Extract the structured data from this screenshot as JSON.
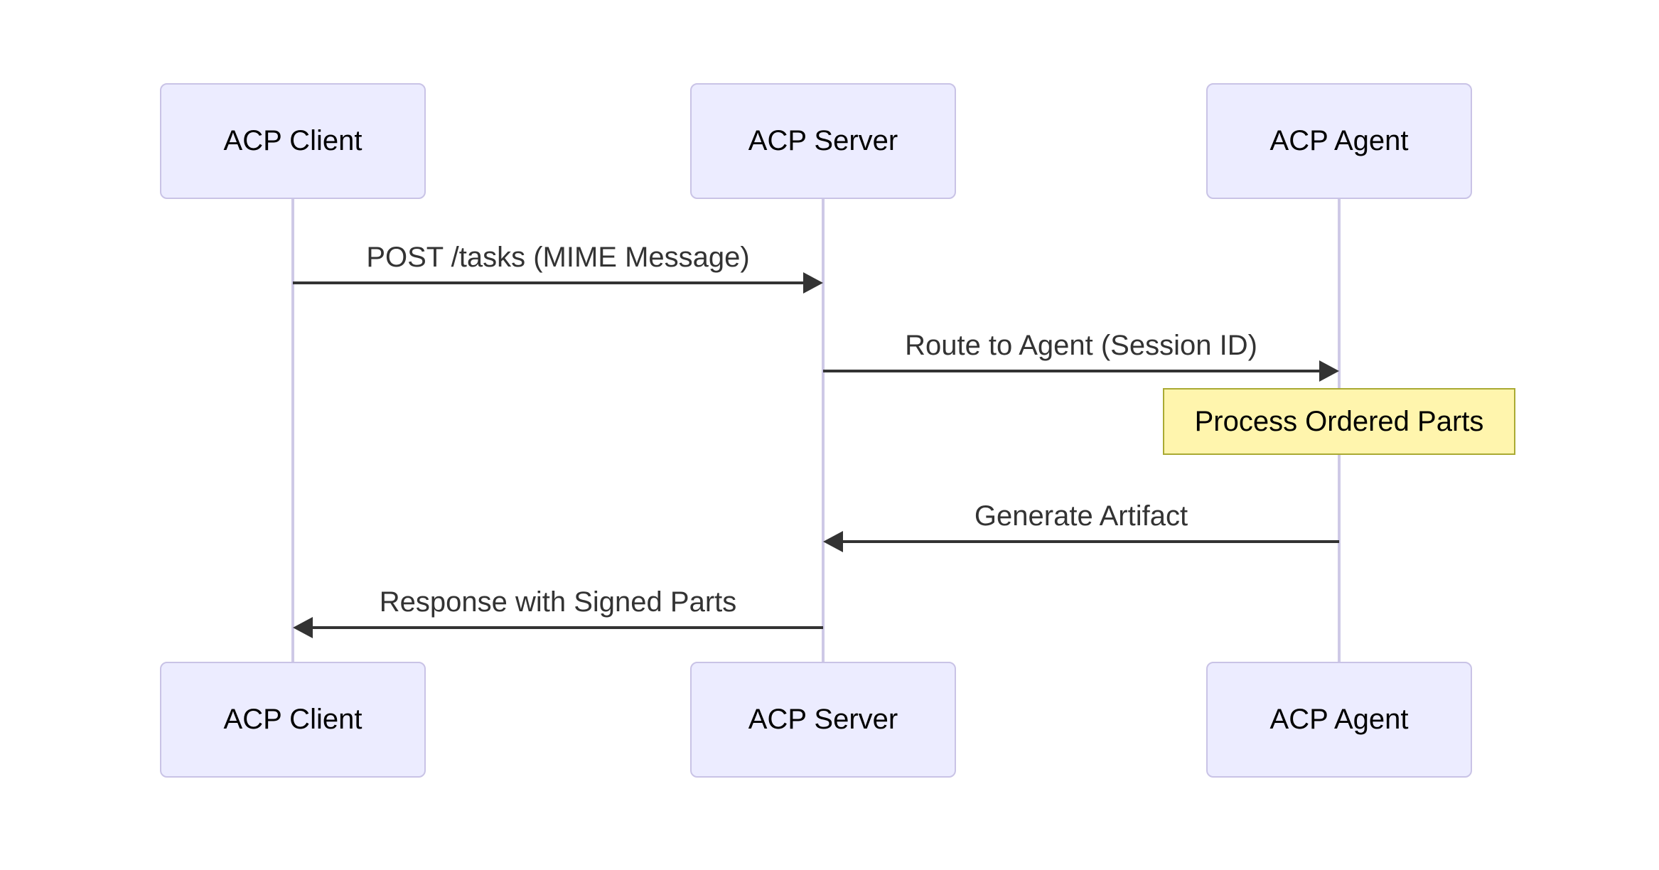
{
  "diagram": {
    "type": "sequence",
    "background_color": "#ffffff",
    "colors": {
      "actor_fill": "#ECECFF",
      "actor_border": "#C9C3E6",
      "lifeline": "#CEC9E6",
      "note_fill": "#FFF5AD",
      "note_border": "#AAAA33",
      "message_color": "#333333",
      "actor_text": "#000000"
    },
    "actors": [
      {
        "id": "client",
        "label": "ACP Client"
      },
      {
        "id": "server",
        "label": "ACP Server"
      },
      {
        "id": "agent",
        "label": "ACP Agent"
      }
    ],
    "messages": [
      {
        "label": "POST /tasks (MIME Message)",
        "from": "client",
        "to": "server",
        "arrow": "solid"
      },
      {
        "label": "Route to Agent (Session ID)",
        "from": "server",
        "to": "agent",
        "arrow": "solid"
      },
      {
        "label": "Generate Artifact",
        "from": "agent",
        "to": "server",
        "arrow": "solid"
      },
      {
        "label": "Response with Signed Parts",
        "from": "server",
        "to": "client",
        "arrow": "solid"
      }
    ],
    "note": {
      "label": "Process Ordered Parts",
      "over": "agent"
    }
  }
}
